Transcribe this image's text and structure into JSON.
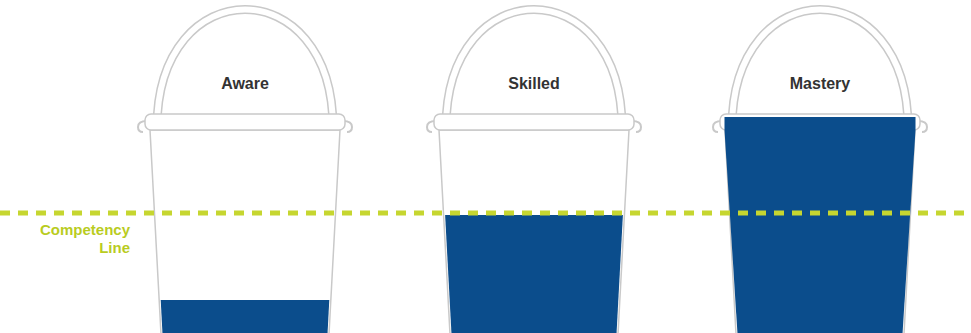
{
  "diagram": {
    "nodes": [
      {
        "text": [
          "Aware"
        ]
      },
      {
        "text": [
          "Skilled"
        ]
      },
      {
        "text": [
          "Mastery"
        ]
      }
    ],
    "labels": [
      "Competency Line"
    ]
  }
}
